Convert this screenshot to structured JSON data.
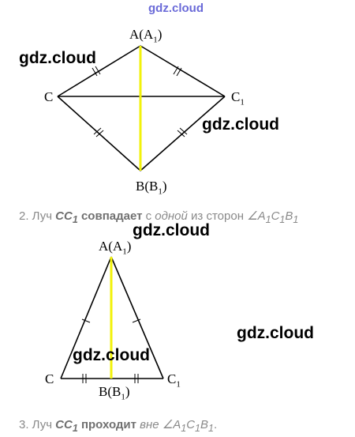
{
  "watermark": {
    "site": "gdz.cloud"
  },
  "figure1": {
    "labels": {
      "a": "A(A",
      "a_sub": "1",
      "a_close": ")",
      "b": "B(B",
      "b_sub": "1",
      "b_close": ")",
      "c": "C",
      "c1": "C",
      "c1_sub": "1"
    },
    "highlight_color": "#f2f20a"
  },
  "caption2": {
    "prefix": "2. Луч ",
    "ray": "CC",
    "ray_sub": "1",
    "verb": " совпадает ",
    "rest_a": "с ",
    "rest_b": "одной",
    "rest_c": " из сторон ",
    "angle": "∠A",
    "angle_sub1": "1",
    "angle_mid": "C",
    "angle_sub2": "1",
    "angle_end": "B",
    "angle_sub3": "1"
  },
  "figure2": {
    "labels": {
      "a": "A(A",
      "a_sub": "1",
      "a_close": ")",
      "b": "B(B",
      "b_sub": "1",
      "b_close": ")",
      "c": "C",
      "c1": "C",
      "c1_sub": "1"
    },
    "highlight_color": "#f2f20a"
  },
  "caption3": {
    "prefix": "3. Луч ",
    "ray": "CC",
    "ray_sub": "1",
    "verb": " проходит ",
    "rest_a": "вне",
    "rest_b": " ",
    "angle": "∠A",
    "angle_sub1": "1",
    "angle_mid": "C",
    "angle_sub2": "1",
    "angle_end": "B",
    "angle_sub3": "1",
    "end": "."
  }
}
